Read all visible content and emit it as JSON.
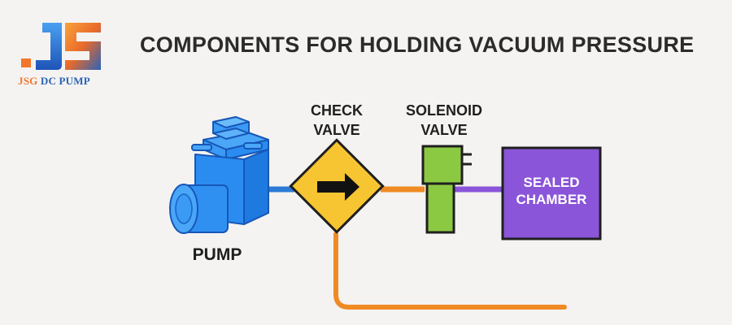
{
  "brand": {
    "name_accent": "JSG",
    "name_rest": " DC PUMP",
    "colors": {
      "primary": "#2b63b8",
      "accent": "#f2762b"
    }
  },
  "title": "COMPONENTS FOR HOLDING VACUUM PRESSURE",
  "components": {
    "pump": {
      "label": "PUMP",
      "color": "#2a8cf0"
    },
    "check_valve": {
      "label_line1": "CHECK",
      "label_line2": "VALVE",
      "color": "#f6c531"
    },
    "solenoid_valve": {
      "label_line1": "SOLENOID",
      "label_line2": "VALVE",
      "color": "#8cc943"
    },
    "sealed_chamber": {
      "label_line1": "SEALED",
      "label_line2": "CHAMBER",
      "color": "#8a55d8"
    }
  },
  "lines": {
    "pump_to_check": "#2d7ad6",
    "check_to_solenoid": "#f08a24",
    "solenoid_to_chamber": "#8a55d8",
    "bypass": "#f08a24"
  }
}
